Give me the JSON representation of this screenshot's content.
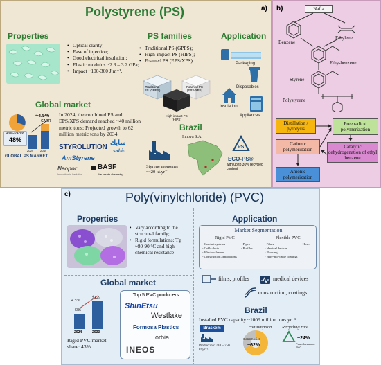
{
  "panel_a": {
    "label": "a)",
    "title": "Polystyrene (PS)",
    "properties": {
      "heading": "Properties",
      "bullets": [
        "Optical clarity;",
        "Ease of injection;",
        "Good electrical insulation;",
        "Elastic modulus ~2.3 – 3.2 GPa;",
        "Impact ~100-300 J.m⁻¹."
      ]
    },
    "families": {
      "heading": "PS families",
      "bullets": [
        "Traditional PS (GPPS);",
        "High-impact PS (HIPS);",
        "Foamed PS (EPS/XPS)."
      ],
      "cube_labels": [
        "Traditional PS (GPPS)",
        "Foamed PS (EPS/XPS)",
        "High-impact PS (HIPS)"
      ]
    },
    "application": {
      "heading": "Application",
      "items": [
        "Packaging",
        "Disposables",
        "Insulation",
        "Appliances"
      ]
    },
    "global_market": {
      "heading": "Global market",
      "cagr_value": "~4.5%",
      "cagr_label": "CAGR",
      "pie_value": "48%",
      "pie_label": "Asia-Pacific",
      "bar_years": [
        "2024",
        "2034"
      ],
      "chart_caption": "GLOBAL PS MARKET",
      "text": "In 2024, the combined PS and EPS/XPS demand reached ~40 million metric tons; Projected growth to 62 million metric tons by 2034.",
      "logos": [
        "STYROLUTION",
        "سابك",
        "sabic",
        "AmStyrene",
        "BASF",
        "We create chemistry",
        "Neopor",
        "Innovation in Insulation"
      ]
    },
    "brazil": {
      "heading": "Brazil",
      "monomer": "Styrene monomer ~420 kt.yr⁻¹",
      "company": "Innova S.A.",
      "eco_title": "ECO-PS®",
      "eco_sub": "with up to 30% recycled content"
    }
  },
  "panel_b": {
    "label": "b)",
    "nafta": "Nafta",
    "benzene": "Benzene",
    "ethylene": "Ethylene",
    "ethylbenzene": "Ethy-benzene",
    "styrene": "Styrene",
    "polystyrene": "Polystyrene",
    "boxes": {
      "distillation": "Distillation / pyrolysis",
      "free_radical": "Free radical polymerization",
      "cationic": "Cationic polymerization",
      "catalytic": "Catalytic dehydrogenation of ethyl benzene",
      "anionic": "Anionic polymerization"
    },
    "colors": {
      "distillation": "#f6b60f",
      "free_radical": "#bfe29a",
      "cationic": "#f3b8a6",
      "catalytic": "#d989cf",
      "anionic": "#4a90d9"
    }
  },
  "panel_c": {
    "label": "c)",
    "title": "Poly(vinylchloride) (PVC)",
    "properties": {
      "heading": "Properties",
      "bullets": [
        "Vary according to the structural family;",
        "Rigid formulations: Tg ~80-90 °C and high chemical resistance"
      ]
    },
    "application": {
      "heading": "Application",
      "segmentation_title": "Market Segmentation",
      "rigid_title": "Rigid PVC",
      "flexible_title": "Flexible PVC",
      "rigid_items_left": [
        "- Conduit systems",
        "- Cable ducts",
        "- Window frames",
        "- Construction applications"
      ],
      "rigid_items_right": [
        "- Pipes",
        "- Profiles"
      ],
      "flexible_items_left": [
        "- Films",
        "- Medical devices",
        "- Flooring",
        "- Wire-and-cable coatings"
      ],
      "flexible_items_right": [
        "- Hoses"
      ],
      "uses": [
        "films, profiles",
        "medical devices",
        "construction, coatings"
      ]
    },
    "global_market": {
      "heading": "Global market",
      "bar_values": [
        "$86",
        "$129"
      ],
      "bar_years": [
        "2024",
        "2033"
      ],
      "cagr": "4.5%",
      "share": "Rigid PVC market share: 43%",
      "producers_title": "Top 5 PVC producers",
      "producers": [
        "ShinEtsu",
        "Westlake",
        "Formosa Plastics",
        "orbia",
        "INEOS"
      ]
    },
    "brazil": {
      "heading": "Brazil",
      "capacity": "Installed PVC capacity ~1009 million tons.yr⁻¹",
      "braskem": "Braskem",
      "production": "Production: 710 – 750 kt.yr⁻¹",
      "consumption_label": "consumption",
      "construction_label": "Construction",
      "construction_value": "~62%",
      "recycling_label": "Recycling rate",
      "recycling_value": "~24%",
      "recycling_sub": "Post-Consumer PVC"
    }
  }
}
